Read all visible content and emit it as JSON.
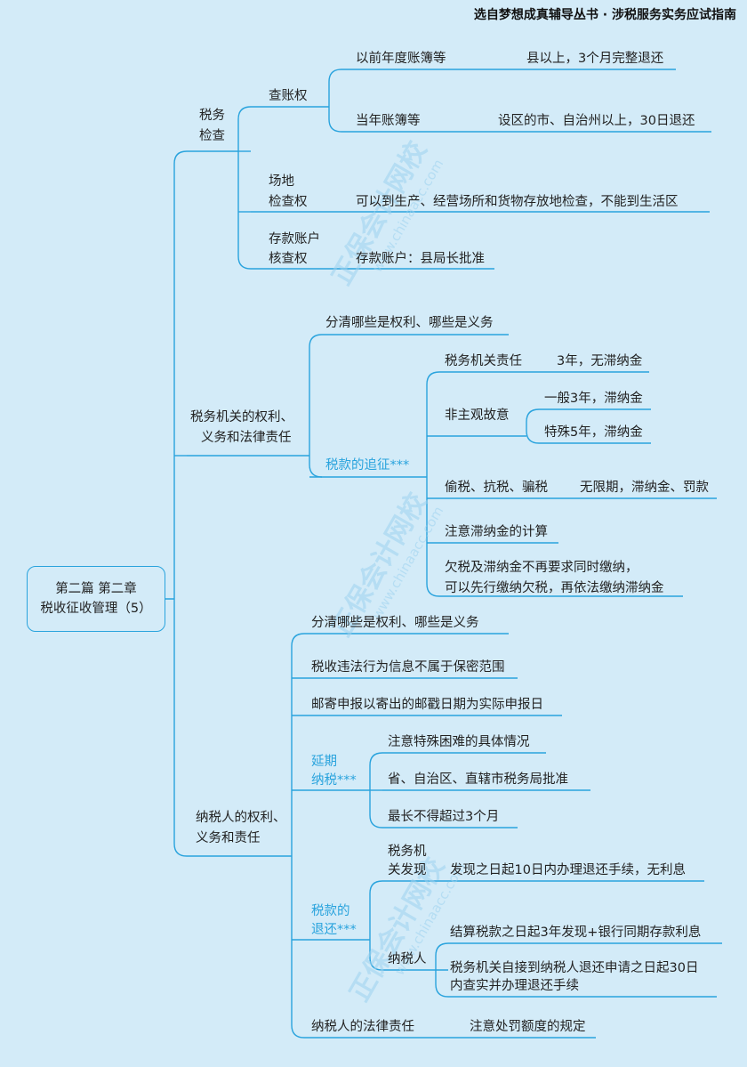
{
  "header": "选自梦想成真辅导丛书 · 涉税服务实务应试指南",
  "watermark": {
    "cn": "正保会计网校",
    "url": "www.chinaacc.com"
  },
  "root": {
    "line1": "第二篇  第二章",
    "line2": "税收征收管理（5）"
  },
  "b1": {
    "label1": "税务",
    "label2": "检查",
    "a": {
      "label": "查账权",
      "r1": {
        "label": "以前年度账簿等",
        "note": "县以上，3个月完整退还"
      },
      "r2": {
        "label": "当年账簿等",
        "note": "设区的市、自治州以上，30日退还"
      }
    },
    "b": {
      "label1": "场地",
      "label2": "检查权",
      "note": "可以到生产、经营场所和货物存放地检查，不能到生活区"
    },
    "c": {
      "label1": "存款账户",
      "label2": "核查权",
      "note": "存款账户：县局长批准"
    }
  },
  "b2": {
    "label1": "税务机关的权利、",
    "label2": "义务和法律责任",
    "s1": "分清哪些是权利、哪些是义务",
    "zz": {
      "label": "税款的追征***",
      "r1": {
        "label": "税务机关责任",
        "note": "3年，无滞纳金"
      },
      "r2": {
        "label": "非主观故意",
        "n1": "一般3年，滞纳金",
        "n2": "特殊5年，滞纳金"
      },
      "r3": {
        "label": "偷税、抗税、骗税",
        "note": "无限期，滞纳金、罚款"
      },
      "r4": "注意滞纳金的计算",
      "r5a": "欠税及滞纳金不再要求同时缴纳，",
      "r5b": "可以先行缴纳欠税，再依法缴纳滞纳金"
    }
  },
  "b3": {
    "label1": "纳税人的权利、",
    "label2": "义务和责任",
    "s1": "分清哪些是权利、哪些是义务",
    "s2": "税收违法行为信息不属于保密范围",
    "s3": "邮寄申报以寄出的邮戳日期为实际申报日",
    "yq": {
      "label1": "延期",
      "label2": "纳税***",
      "r1": "注意特殊困难的具体情况",
      "r2": "省、自治区、直辖市税务局批准",
      "r3": "最长不得超过3个月"
    },
    "th": {
      "label1": "税款的",
      "label2": "退还***",
      "a": {
        "label1": "税务机",
        "label2": "关发现",
        "note": "发现之日起10日内办理退还手续，无利息"
      },
      "b": {
        "label": "纳税人",
        "n1": "结算税款之日起3年发现+银行同期存款利息",
        "n2a": "税务机关自接到纳税人退还申请之日起30日",
        "n2b": "内查实并办理退还手续"
      }
    },
    "fz": {
      "label": "纳税人的法律责任",
      "note": "注意处罚额度的规定"
    }
  }
}
